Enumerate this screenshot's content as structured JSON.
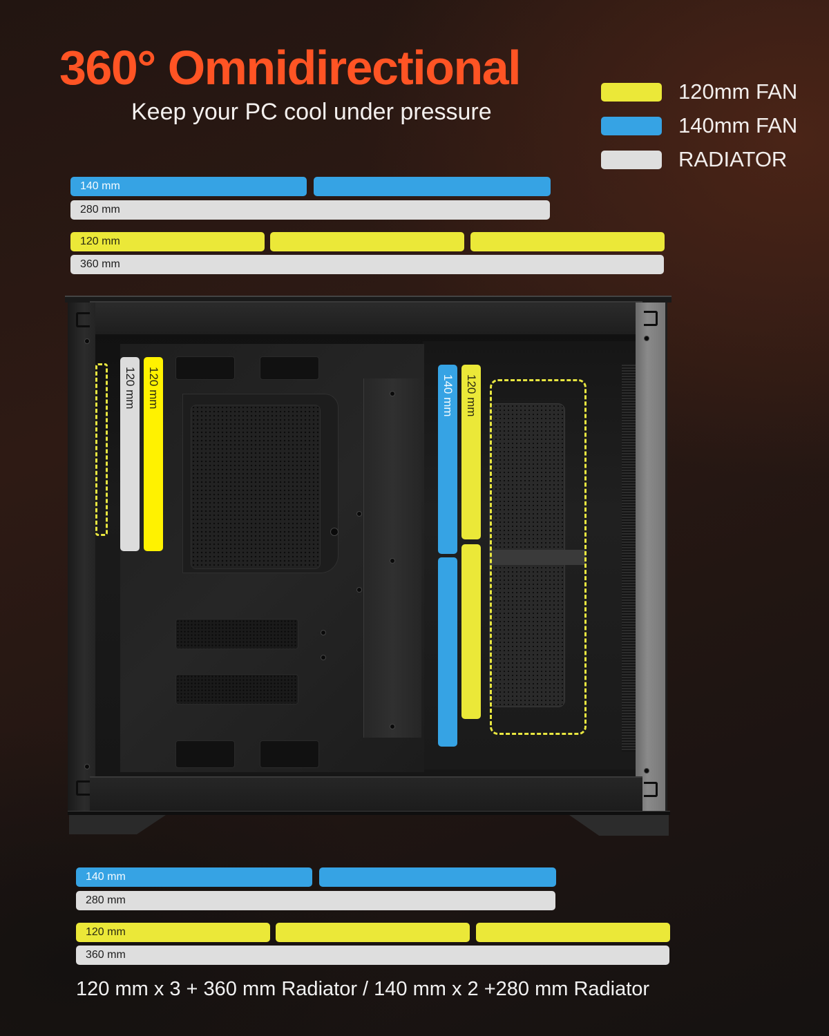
{
  "header": {
    "title": "360° Omnidirectional",
    "subtitle": "Keep your PC cool under pressure"
  },
  "legend": [
    {
      "label": "120mm FAN",
      "color": "#ebe838"
    },
    {
      "label": "140mm FAN",
      "color": "#36a3e4"
    },
    {
      "label": "RADIATOR",
      "color": "#dedede"
    }
  ],
  "top_mount": {
    "fans_140": {
      "label": "140 mm",
      "count": 2,
      "color": "#36a3e4"
    },
    "radiator_280": {
      "label": "280 mm",
      "color": "#dedede"
    },
    "fans_120": {
      "label": "120 mm",
      "count": 3,
      "color": "#ebe838"
    },
    "radiator_360": {
      "label": "360 mm",
      "color": "#dedede"
    }
  },
  "case_interior": {
    "rear_radiator": {
      "label": "120 mm",
      "color": "#dcdcdc"
    },
    "rear_fan": {
      "label": "120 mm",
      "color": "#fff200"
    },
    "side_fans_140": {
      "label": "140 mm",
      "count": 2,
      "color": "#36a3e4"
    },
    "side_fans_120": {
      "label": "120 mm",
      "count": 2,
      "color": "#ebe838"
    },
    "highlight_color": "#e8e640"
  },
  "bottom_mount": {
    "fans_140": {
      "label": "140 mm",
      "count": 2
    },
    "radiator_280": {
      "label": "280 mm"
    },
    "fans_120": {
      "label": "120 mm",
      "count": 3
    },
    "radiator_360": {
      "label": "360 mm"
    }
  },
  "footer": {
    "caption": "120 mm x 3 + 360 mm Radiator / 140 mm x 2 +280 mm Radiator"
  },
  "colors": {
    "title_accent": "#ff5424",
    "fan_120": "#ebe838",
    "fan_140": "#36a3e4",
    "radiator": "#dedede"
  }
}
